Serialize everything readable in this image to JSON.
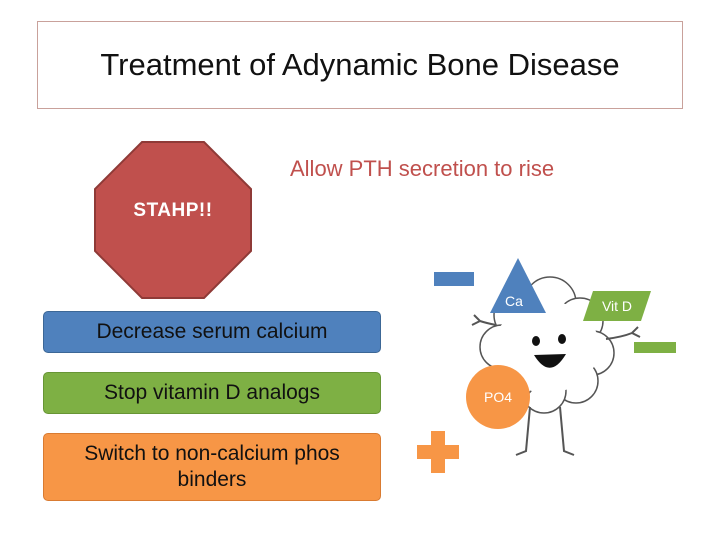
{
  "slide": {
    "title": "Treatment of Adynamic Bone Disease",
    "subtitle": "Allow PTH secretion to rise",
    "stop_sign": {
      "label": "STAHP!!",
      "color": "#c0504d"
    },
    "actions": [
      {
        "label": "Decrease serum calcium",
        "color": "#4f81bd"
      },
      {
        "label": "Stop vitamin D analogs",
        "color": "#7eb044"
      },
      {
        "label": "Switch to non-calcium phos binders",
        "color": "#f79646"
      }
    ],
    "illustration": {
      "calcium_label": "Ca",
      "vitamin_d_label": "Vit D",
      "phosphate_label": "PO4",
      "calcium_color": "#4f81bd",
      "vitamin_d_color": "#7eb044",
      "phosphate_color": "#f79646",
      "minus_sign_color": "#4f81bd",
      "plus_sign_color": "#f79646"
    }
  }
}
